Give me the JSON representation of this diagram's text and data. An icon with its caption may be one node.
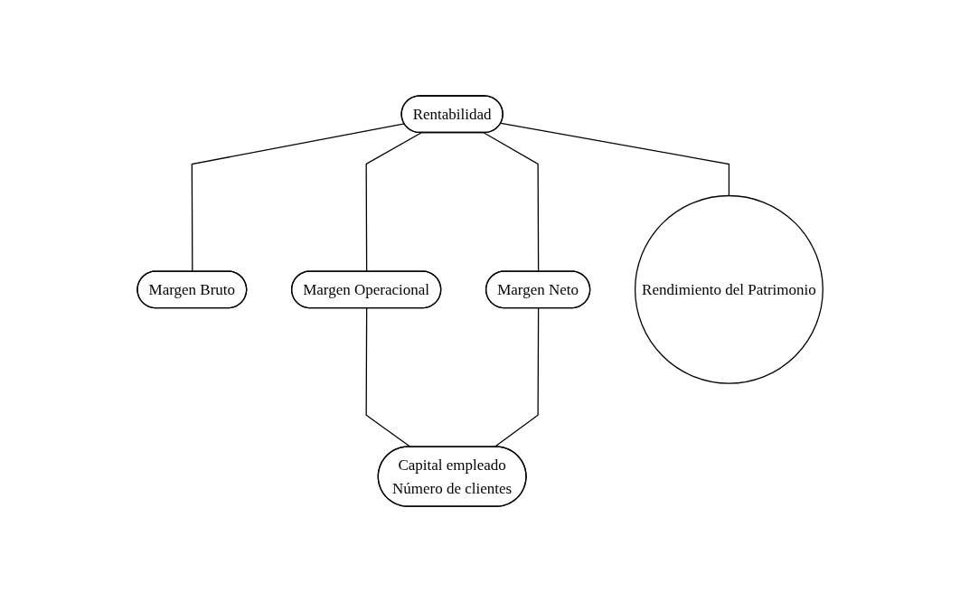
{
  "diagram": {
    "nodes": [
      {
        "text": [
          "Rentabilidad"
        ]
      },
      {
        "text": [
          "Margen Bruto"
        ]
      },
      {
        "text": [
          "Margen Operacional"
        ]
      },
      {
        "text": [
          "Margen Neto"
        ]
      },
      {
        "text": [
          "Rendimiento del Patrimonio"
        ]
      },
      {
        "text": [
          "Capital empleado",
          "Número de clientes"
        ]
      }
    ],
    "edges": [
      {
        "from": 0,
        "to": 1,
        "arrow": "none"
      },
      {
        "from": 0,
        "to": 2,
        "arrow": "none"
      },
      {
        "from": 0,
        "to": 3,
        "arrow": "none"
      },
      {
        "from": 0,
        "to": 4,
        "arrow": "none"
      },
      {
        "from": 2,
        "to": 5,
        "arrow": "none"
      },
      {
        "from": 3,
        "to": 5,
        "arrow": "none"
      }
    ]
  }
}
